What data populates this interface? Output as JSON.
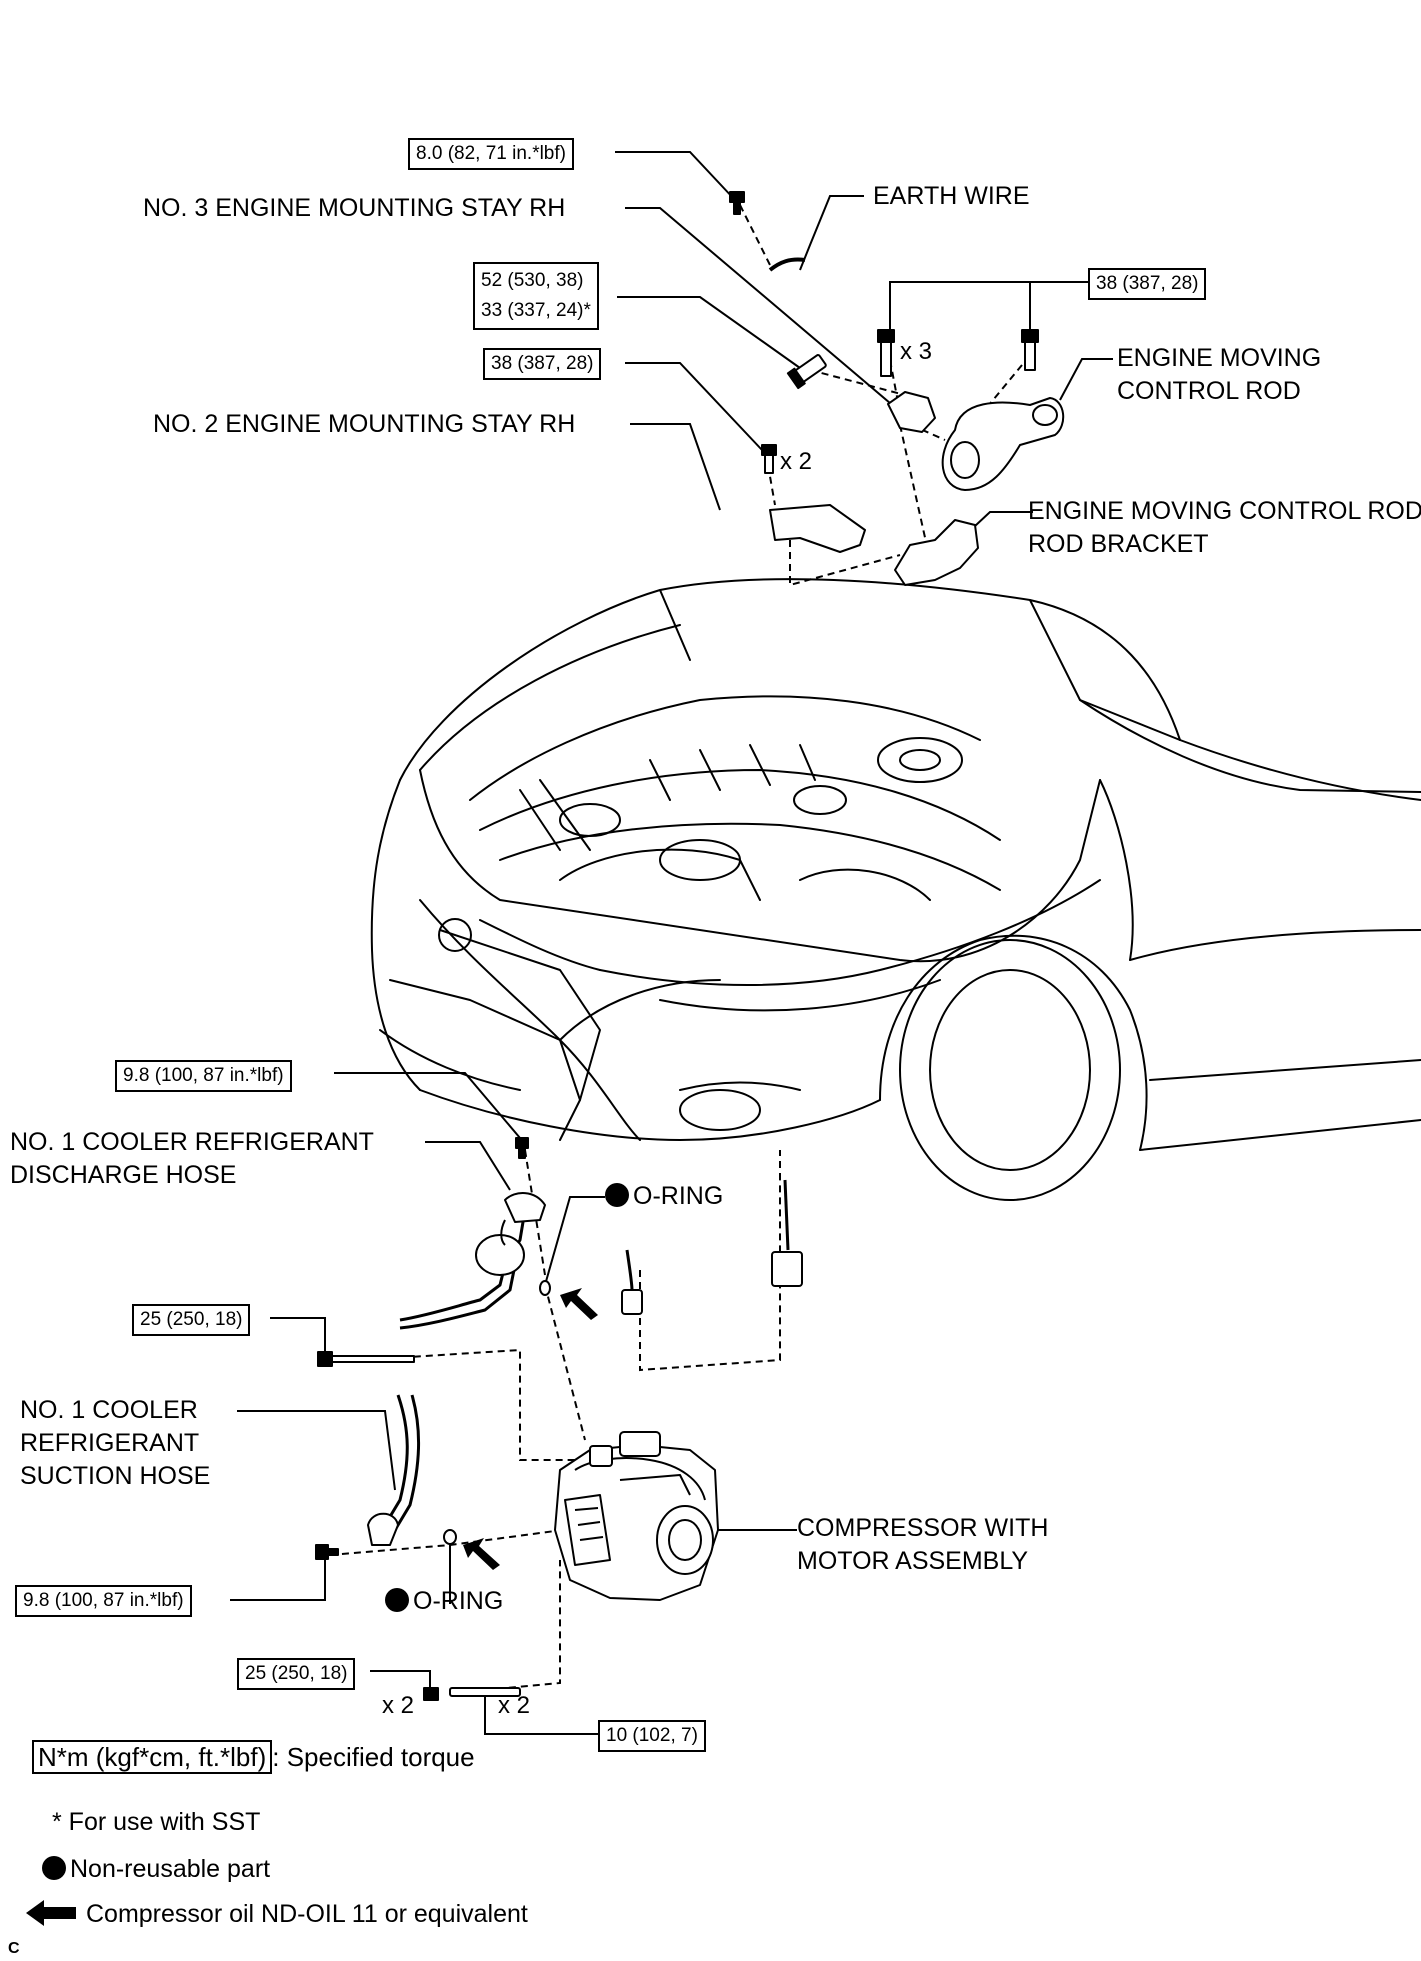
{
  "torque": {
    "earth_bolt": "8.0 (82, 71 in.*lbf)",
    "stay3_bolt_a": "52 (530, 38)",
    "stay3_bolt_b": "33 (337, 24)*",
    "stay2_bolt": "38 (387, 28)",
    "rod_bolts": "38 (387, 28)",
    "discharge_bolt": "9.8 (100, 87 in.*lbf)",
    "comp_bolt_upper": "25 (250, 18)",
    "suction_bolt": "9.8 (100, 87 in.*lbf)",
    "comp_bolt_lower": "25 (250, 18)",
    "stud_bolts": "10 (102, 7)"
  },
  "labels": {
    "stay3": "NO. 3 ENGINE MOUNTING STAY RH",
    "earth_wire": "EARTH WIRE",
    "control_rod_1": "ENGINE MOVING",
    "control_rod_2": "CONTROL ROD",
    "stay2": "NO. 2 ENGINE MOUNTING STAY RH",
    "rod_bracket_1": "ENGINE MOVING CONTROL ROD",
    "rod_bracket_2": "ROD BRACKET",
    "discharge_1": "NO. 1 COOLER REFRIGERANT",
    "discharge_2": "DISCHARGE HOSE",
    "oring_upper": "O-RING",
    "suction_1": "NO. 1 COOLER",
    "suction_2": "REFRIGERANT",
    "suction_3": "SUCTION HOSE",
    "compressor_1": "COMPRESSOR WITH",
    "compressor_2": "MOTOR ASSEMBLY",
    "oring_lower": "O-RING"
  },
  "quantities": {
    "rod_bolts": "x 3",
    "stay2_bolts": "x 2",
    "nuts": "x 2",
    "studs": "x 2"
  },
  "legend": {
    "torque_unit": "N*m (kgf*cm, ft.*lbf)",
    "torque_text": ": Specified torque",
    "sst_note": "* For use with SST",
    "non_reusable": "Non-reusable part",
    "oil_note": "Compressor oil ND-OIL 11 or equivalent"
  },
  "corner_code": "C"
}
